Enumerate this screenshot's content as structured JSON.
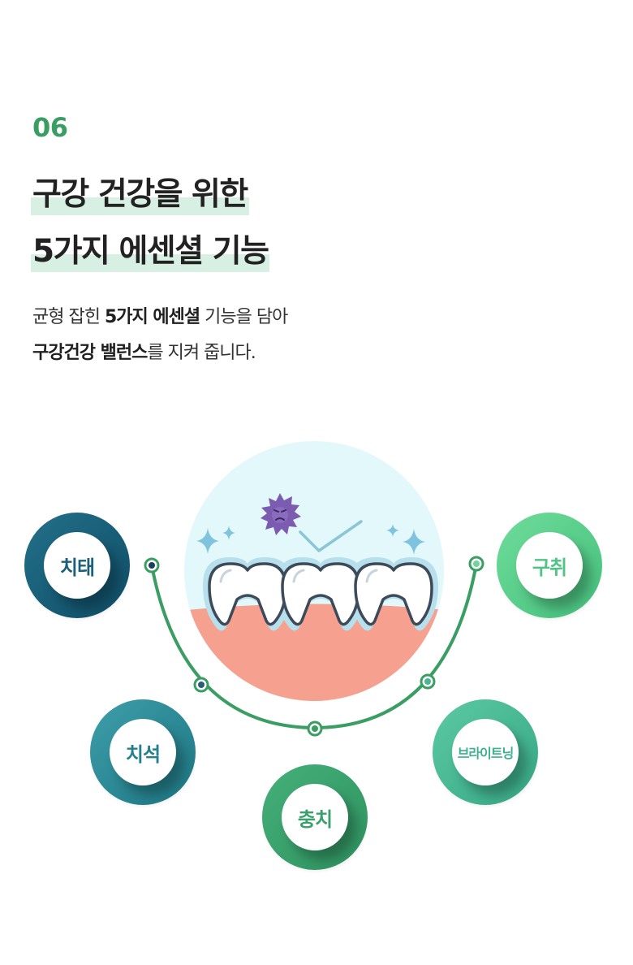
{
  "section_number": "06",
  "title": {
    "line1": "구강 건강을 위한",
    "line2": "5가지 에센셜 기능"
  },
  "description": {
    "line1_pre": "균형 잡힌 ",
    "line1_bold": "5가지 에센셜",
    "line1_post": " 기능을 담아",
    "line2_bold": "구강건강 밸런스",
    "line2_post": "를 지켜 줍니다."
  },
  "functions": [
    {
      "label": "치태",
      "color": "#1a6480"
    },
    {
      "label": "치석",
      "color": "#2b8a96"
    },
    {
      "label": "충치",
      "color": "#3aa06b"
    },
    {
      "label": "브라이트닝",
      "color": "#46b88f"
    },
    {
      "label": "구취",
      "color": "#5bcf8c"
    }
  ],
  "icons": {
    "illustration": "teeth-with-germ-illustration",
    "germ": "germ-icon",
    "sparkle": "sparkle-icon"
  },
  "colors": {
    "accent_green": "#3a9e63",
    "title_highlight": "#d8efe3",
    "gum": "#f6a090",
    "circle_bg": "#e3f8fb"
  }
}
